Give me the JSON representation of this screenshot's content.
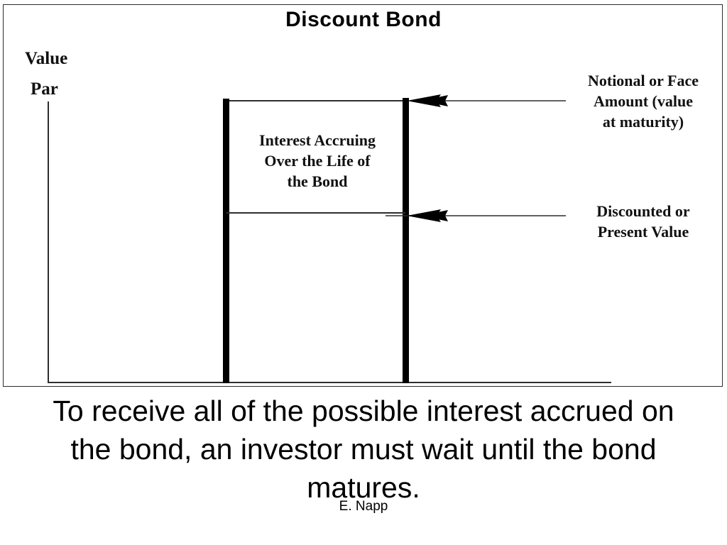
{
  "chart_data": {
    "type": "bar",
    "title": "Discount Bond",
    "xlabel": "",
    "ylabel": "Value",
    "axis": {
      "y_top_tick_label": "Par",
      "y_label": "Value",
      "grid": false
    },
    "elements": [
      {
        "name": "issue-date-bar",
        "role": "vertical bar at bond issue date",
        "value_top": "Par"
      },
      {
        "name": "maturity-date-bar",
        "role": "vertical bar at bond maturity date",
        "value_top": "Par"
      },
      {
        "name": "present-value-divider",
        "role": "horizontal line marking the discounted / present value level"
      }
    ],
    "annotations": [
      {
        "target": "top of maturity bar",
        "text": "Notional or Face Amount (value at maturity)"
      },
      {
        "target": "present value level",
        "text": "Discounted or Present Value"
      },
      {
        "target": "region between bars above present value line",
        "text": "Interest Accruing Over the Life of the Bond"
      }
    ],
    "legend": null,
    "legend_position": "none"
  },
  "chart": {
    "title": "Discount Bond",
    "value_axis_label": "Value",
    "par_label": "Par",
    "interest_block": {
      "line1": "Interest Accruing",
      "line2": "Over the Life of",
      "line3": "the Bond"
    },
    "callout_face": {
      "line1": "Notional or Face",
      "line2": "Amount (value",
      "line3": "at maturity)"
    },
    "callout_present_value": {
      "line1": "Discounted or",
      "line2": "Present Value"
    }
  },
  "caption": {
    "line1": "To receive all of the possible interest accrued on",
    "line2": "the bond, an investor must wait until the bond",
    "line3": "matures."
  },
  "attribution": "E. Napp",
  "colors": {
    "ink": "#000000",
    "line": "#2e2e2e",
    "background": "#ffffff"
  }
}
